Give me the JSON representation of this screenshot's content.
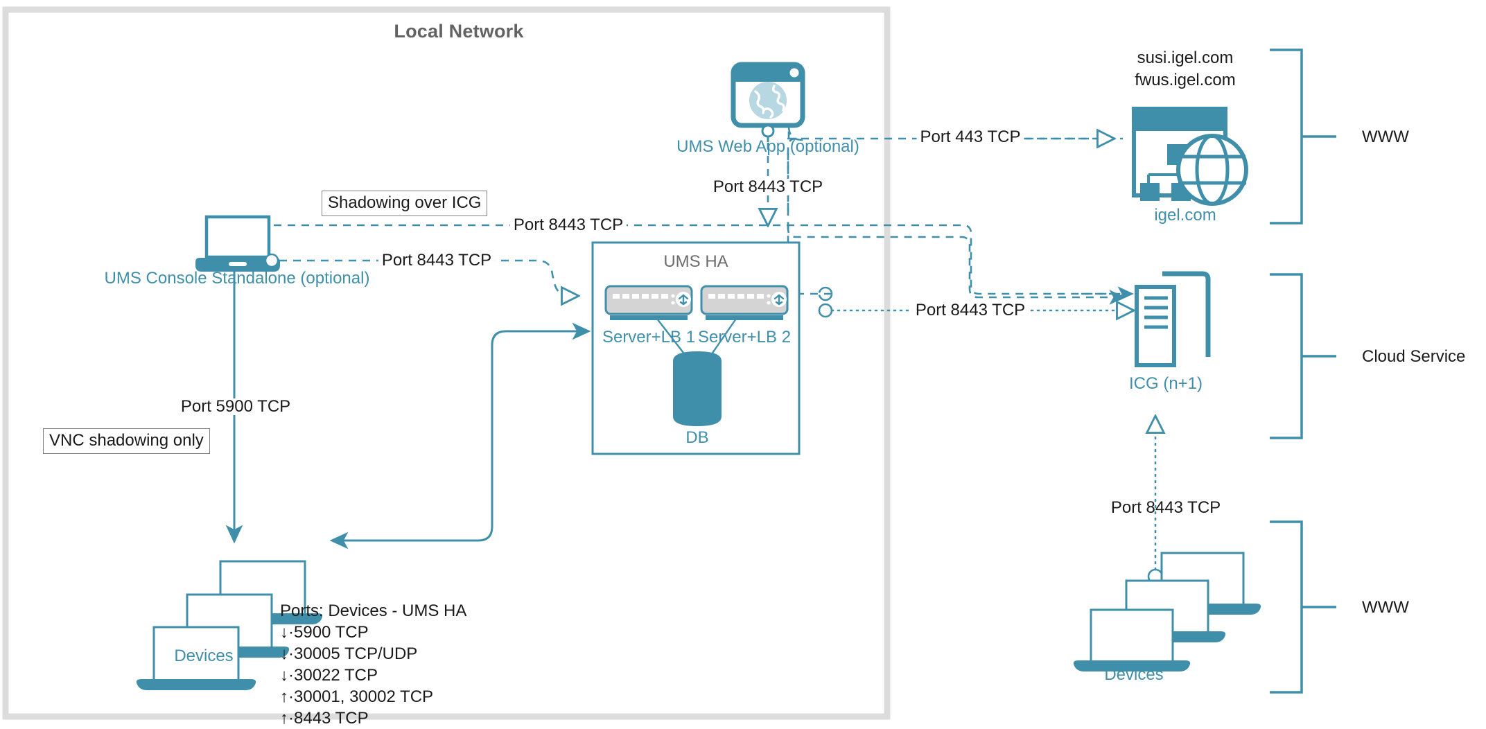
{
  "diagram": {
    "title": "Local Network",
    "frame": {
      "border_color": "#d9d9d9",
      "background": "#ffffff"
    },
    "accent_color": "#3f8fab",
    "label_color": "#3f8fab",
    "text_color": "#1a1a1a",
    "group_text_color": "#6d6d6d"
  },
  "nodes": {
    "ums_web_app": {
      "label": "UMS Web App (optional)",
      "icon": "browser-globe-icon"
    },
    "ums_console": {
      "label": "UMS Console Standalone (optional)",
      "icon": "laptop-icon"
    },
    "ums_ha": {
      "label": "UMS HA",
      "server1": {
        "label": "Server+LB 1",
        "icon": "server-rack-icon"
      },
      "server2": {
        "label": "Server+LB 2",
        "icon": "server-rack-icon"
      },
      "db": {
        "label": "DB",
        "icon": "database-cylinder-icon"
      }
    },
    "devices_left": {
      "label": "Devices",
      "icon": "laptops-stack-icon"
    },
    "devices_right": {
      "label": "Devices",
      "icon": "laptops-stack-icon"
    },
    "igel_com": {
      "hosts": [
        "susi.igel.com",
        "fwus.igel.com"
      ],
      "label": "igel.com",
      "icon": "website-globe-icon"
    },
    "icg": {
      "label": "ICG (n+1)",
      "icon": "server-tower-icon"
    }
  },
  "annotations": {
    "shadowing_over_icg": "Shadowing over ICG",
    "vnc_shadowing_only": "VNC shadowing only"
  },
  "connections": {
    "webapp_to_igel": "Port 443 TCP",
    "webapp_to_ha": "Port 8443 TCP",
    "console_shadowing": "Port 8443 TCP",
    "console_to_ha": "Port 8443 TCP",
    "console_to_devices": "Port 5900 TCP",
    "ha_to_icg": "Port 8443 TCP",
    "devices_to_icg": "Port 8443 TCP"
  },
  "device_ports": {
    "title": "Ports: Devices - UMS HA",
    "lines": [
      "↓·5900 TCP",
      "↓·30005 TCP/UDP",
      "↓·30022 TCP",
      "↑·30001, 30002 TCP",
      "↑·8443 TCP"
    ]
  },
  "zones": {
    "www_top": "WWW",
    "cloud_service": "Cloud Service",
    "www_bottom": "WWW"
  }
}
